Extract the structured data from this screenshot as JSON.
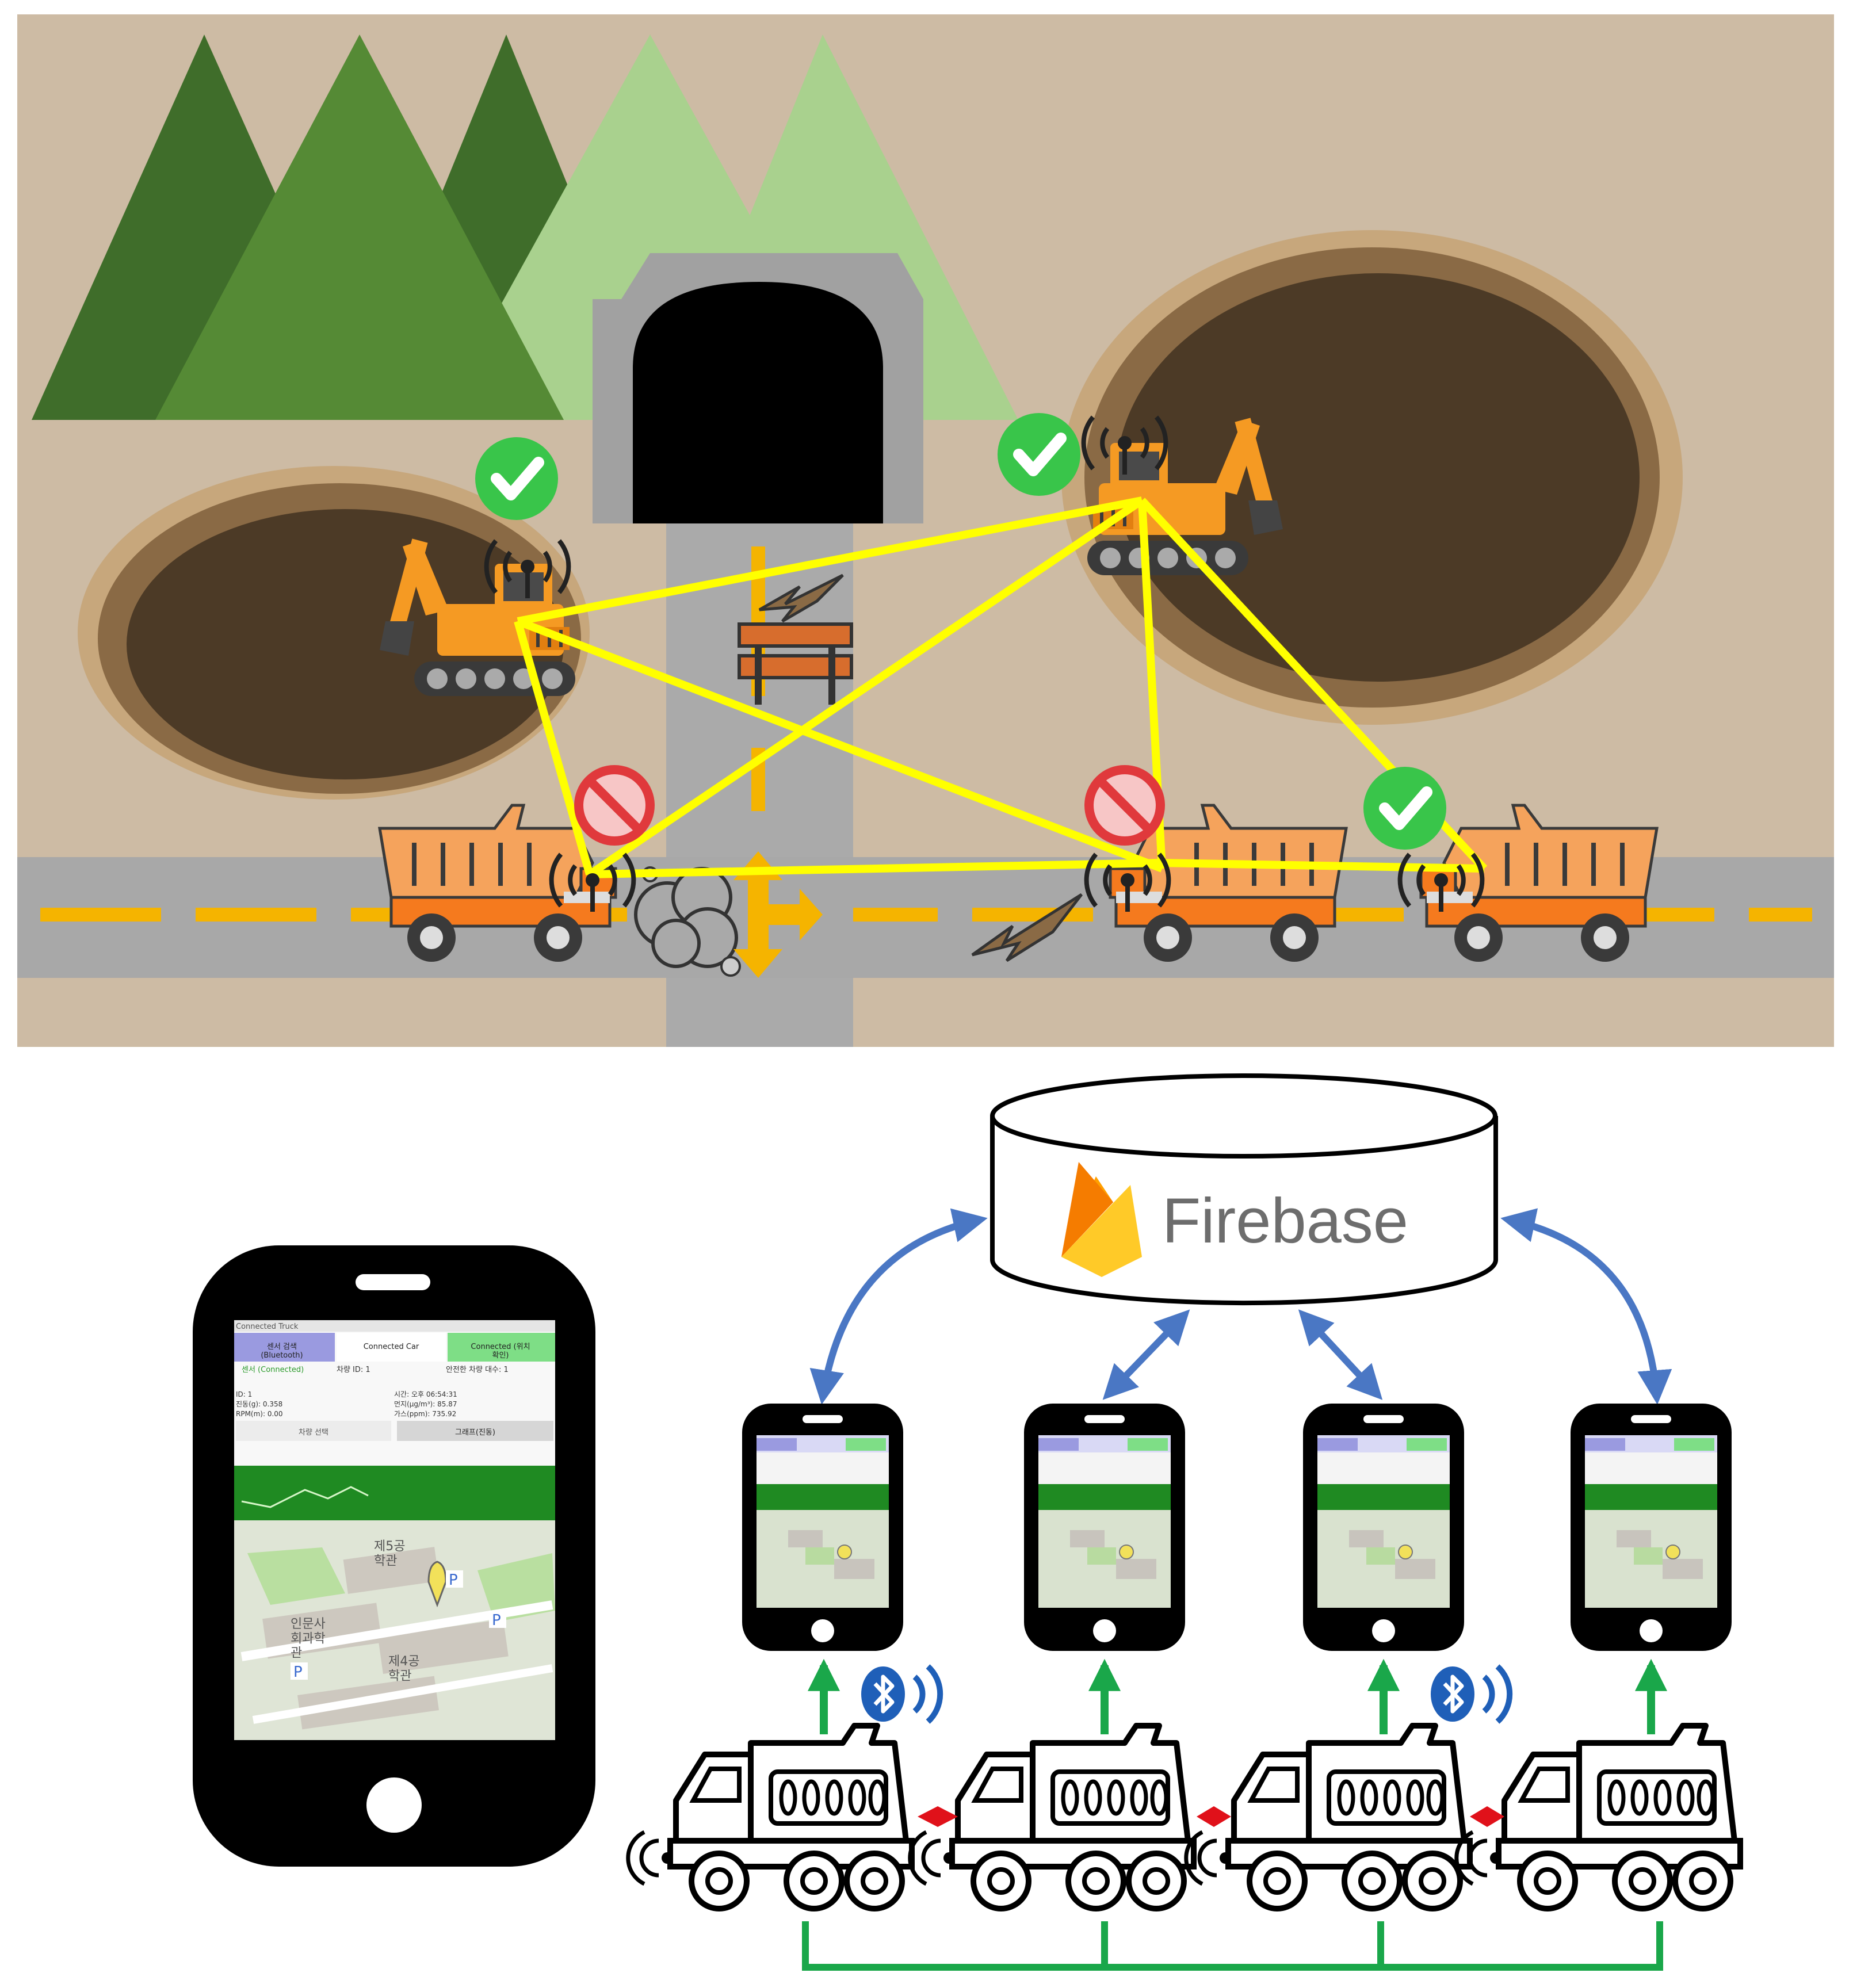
{
  "firebase": {
    "label": "Firebase"
  },
  "app": {
    "window_title": "Connected Truck",
    "tabs": [
      "센서 검색\n(Bluetooth)",
      "Connected Car",
      "Connected (위치\n확인)"
    ],
    "status_connected": "센서 (Connected)",
    "vehicle_id": "차량 ID: 1",
    "safe_vehicles": "안전한 차량 대수: 1",
    "left_readings": [
      "ID: 1",
      "진동(g): 0.358",
      "RPM(m): 0.00"
    ],
    "right_readings": [
      "시간: 오후 06:54:31",
      "먼지(μg/m³): 85.87",
      "가스(ppm): 735.92"
    ],
    "button_select": "차량 선택",
    "button_graph": "그래프(진동)",
    "map_labels": [
      "제5공\n학관",
      "인문사\n회과학\n관",
      "제4공\n학관"
    ]
  },
  "colors": {
    "sand": "#cdbba4",
    "road": "#a8a8a8",
    "lane": "#f5b400",
    "link": "#ffff00",
    "ok": "#39c54a",
    "blocked": "#e0393c",
    "cloud_arrow": "#4a77c4",
    "uplink_arrow": "#1aa74a",
    "v2v_arrow": "#e0111a",
    "bluetooth": "#1f5fb8",
    "firebase_text": "#6d6d6d"
  },
  "icons": [
    "mountain",
    "tunnel",
    "pit",
    "excavator-icon",
    "dump-truck-icon",
    "antenna-icon",
    "check-icon",
    "prohibited-icon",
    "road-barrier-icon",
    "crack-icon",
    "dust-cloud-icon",
    "direction-arrows-icon",
    "database-icon",
    "firebase-flame-icon",
    "smartphone-icon",
    "bluetooth-icon"
  ]
}
